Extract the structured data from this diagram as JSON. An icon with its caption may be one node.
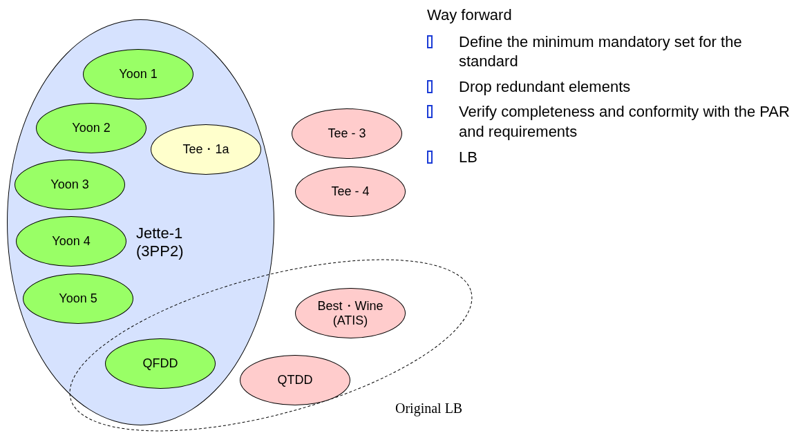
{
  "diagram": {
    "nodes": [
      {
        "text": [
          "Jette-1 (3PP2)"
        ]
      },
      {
        "text": [
          "Yoon 1"
        ],
        "in": 0
      },
      {
        "text": [
          "Yoon 2"
        ],
        "in": 0
      },
      {
        "text": [
          "Tee・1a"
        ],
        "in": 0
      },
      {
        "text": [
          "Tee - 3"
        ]
      },
      {
        "text": [
          "Yoon 3"
        ],
        "in": 0
      },
      {
        "text": [
          "Tee - 4"
        ]
      },
      {
        "text": [
          "Yoon 4"
        ],
        "in": 0
      },
      {
        "text": [
          "Yoon 5"
        ],
        "in": 0
      },
      {
        "text": [
          "Original LB"
        ]
      },
      {
        "text": [
          "Best・Wine (ATIS)"
        ],
        "in": 9
      },
      {
        "text": [
          "QFDD"
        ]
      },
      {
        "text": [
          "QTDD"
        ],
        "in": 9
      }
    ],
    "labels": [
      "Way forward",
      "Define the minimum mandatory set for the standard",
      "Drop redundant elements",
      "Verify completeness and conformity with the PAR and requirements",
      "LB"
    ]
  }
}
